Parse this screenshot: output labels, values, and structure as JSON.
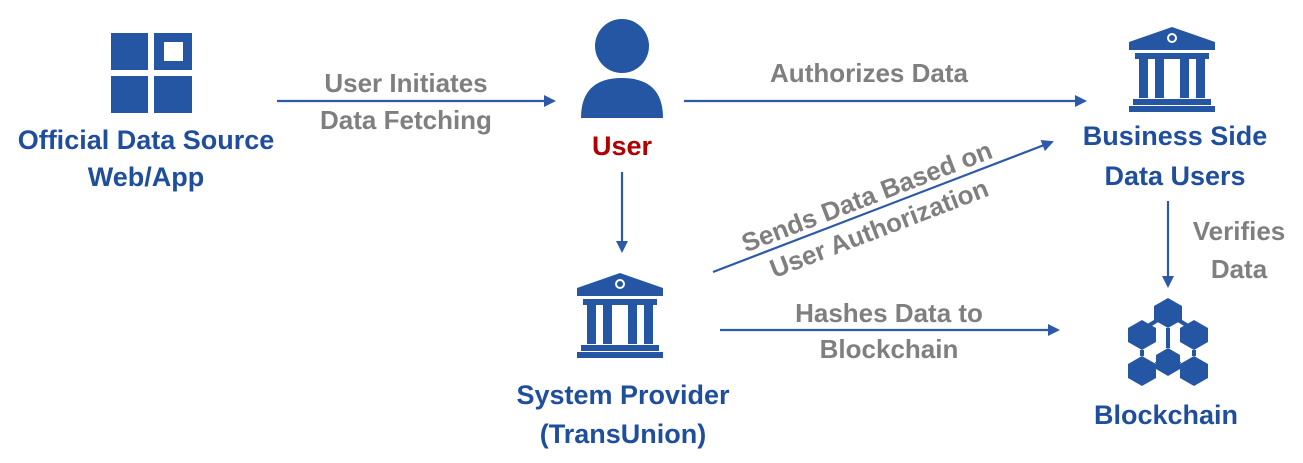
{
  "nodes": {
    "source": {
      "label_line1": "Official Data Source",
      "label_line2": "Web/App",
      "icon": "grid-app-icon"
    },
    "user": {
      "label": "User",
      "icon": "user-icon"
    },
    "business": {
      "label_line1": "Business Side",
      "label_line2": "Data Users",
      "icon": "institution-icon"
    },
    "provider": {
      "label_line1": "System Provider",
      "label_line2": "(TransUnion)",
      "icon": "institution-icon"
    },
    "blockchain": {
      "label": "Blockchain",
      "icon": "blockchain-icon"
    }
  },
  "edges": {
    "initiates": {
      "line1": "User Initiates",
      "line2": "Data Fetching"
    },
    "authorizes": {
      "line1": "Authorizes Data"
    },
    "sends": {
      "line1": "Sends Data Based on",
      "line2": "User Authorization"
    },
    "verifies": {
      "line1": "Verifies",
      "line2": "Data"
    },
    "hashes": {
      "line1": "Hashes Data to",
      "line2": "Blockchain"
    }
  },
  "colors": {
    "node_label": "#1f4e9c",
    "user_label": "#b00000",
    "edge_label": "#7f7f7f",
    "arrow": "#2d5aa8",
    "icon": "#2456a3"
  }
}
